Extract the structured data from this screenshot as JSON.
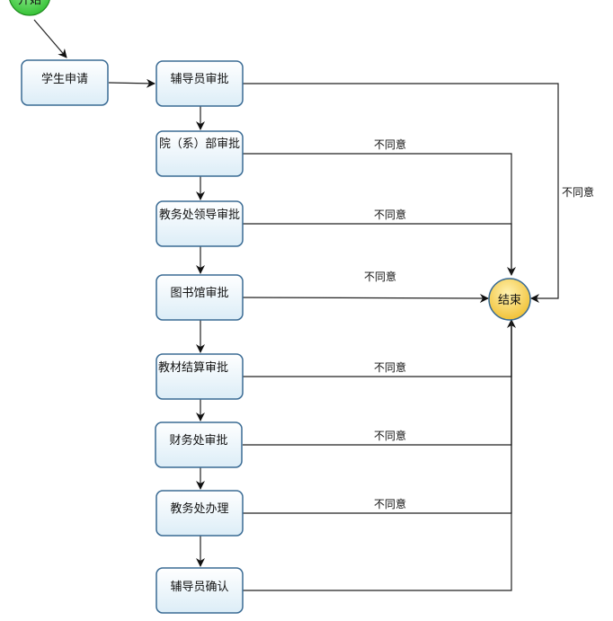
{
  "diagram": {
    "start": "开始",
    "end": "结束",
    "steps": {
      "student_apply": "学生申请",
      "counselor_approve": "辅导员审批",
      "department_approve": "院（系）部审批",
      "academic_leader_approve": "教务处领导审批",
      "library_approve": "图书馆审批",
      "textbook_settle_approve": "教材结算审批",
      "finance_approve": "财务处审批",
      "academic_office_handle": "教务处办理",
      "counselor_confirm": "辅导员确认"
    },
    "reject_label": "不同意"
  },
  "colors": {
    "start_fill": "#3cc83c",
    "end_fill": "#f5c842",
    "box_border": "#3a6b94",
    "box_fill_top": "#ffffff",
    "box_fill_bottom": "#dcedf7"
  }
}
